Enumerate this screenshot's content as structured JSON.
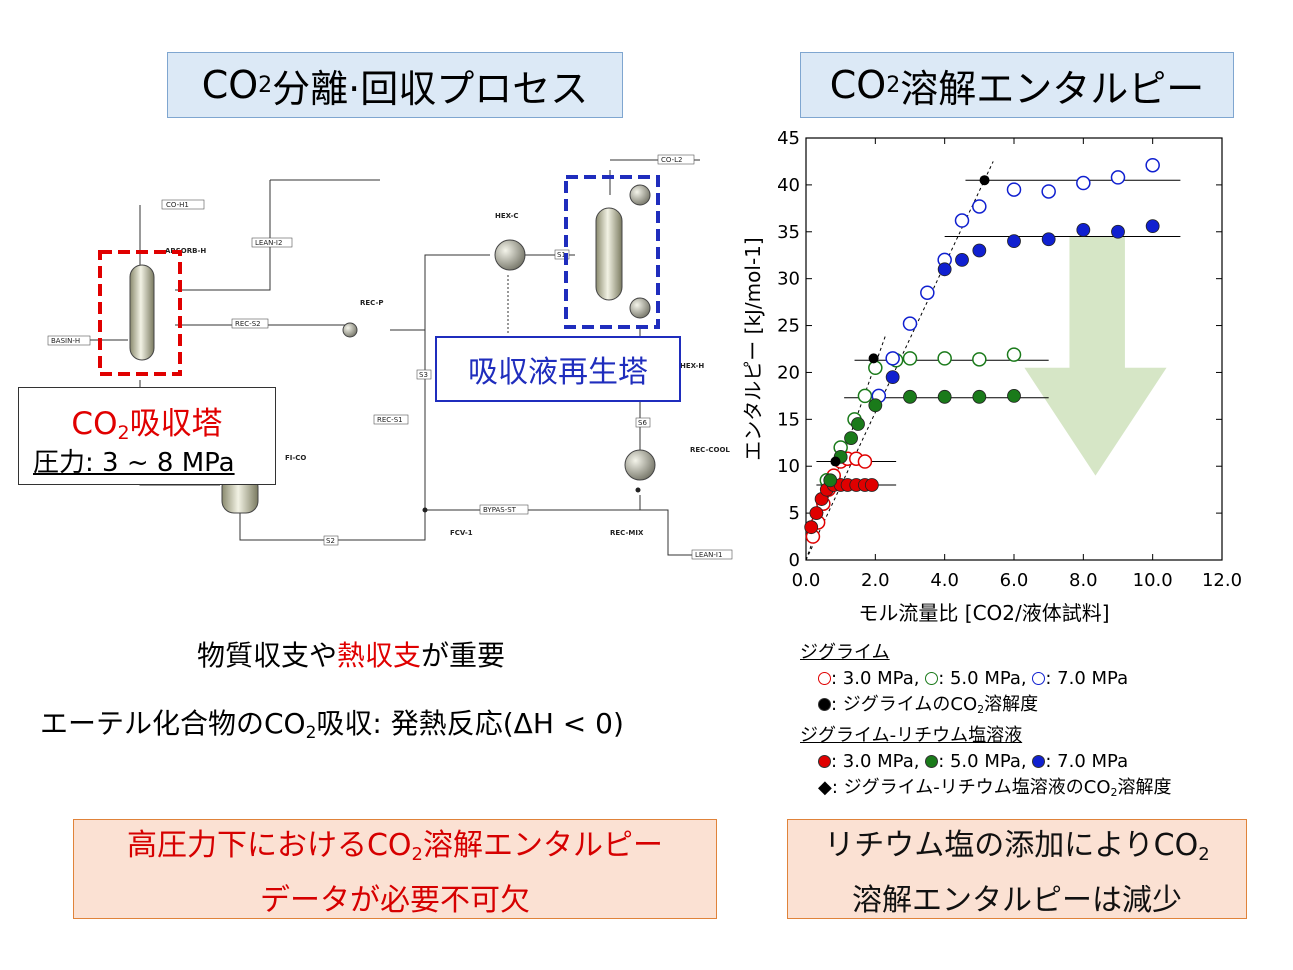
{
  "titles": {
    "left_main": "CO",
    "left_sub": "2",
    "left_rest": "分離·回収プロセス",
    "right_main": "CO",
    "right_sub": "2",
    "right_rest": "溶解エンタルピー"
  },
  "pfd": {
    "absorber_label_main": "CO",
    "absorber_label_sub": "2",
    "absorber_label_rest": "吸収塔",
    "absorber_pressure": "圧力: 3 ~ 8 MPa",
    "regenerator_label": "吸収液再生塔",
    "stream_labels": [
      "CO-H1",
      "LEAN-I2",
      "ABSORB-H",
      "REC-S2",
      "REC-P",
      "BASIN-H",
      "S3",
      "REC-S1",
      "FI-CO",
      "S2",
      "FCV-1",
      "BYPAS-ST",
      "REC-MIX",
      "LEAN-I1",
      "HEX-C",
      "S1",
      "CO-L2",
      "HEX-H",
      "S6",
      "REC-COOL"
    ],
    "colors": {
      "absorber_box": "#e00000",
      "regenerator_box": "#1f2dbd"
    }
  },
  "body_text": {
    "balance_a": "物質収支や",
    "balance_red": "熱収支",
    "balance_b": "が重要",
    "ether_a": "エーテル化合物のCO",
    "ether_sub": "2",
    "ether_b": "吸収: 発熱反応(ΔH < 0)"
  },
  "conclusions": {
    "left_line1_a": "高圧力下におけるCO",
    "left_line1_sub": "2",
    "left_line1_b": "溶解エンタルピー",
    "left_line2": "データが必要不可欠",
    "right_line1_a": "リチウム塩の添加によりCO",
    "right_line1_sub": "2",
    "right_line2": "溶解エンタルピーは減少"
  },
  "legend": {
    "header1": "ジグライム",
    "row1": [
      ": 3.0 MPa, ",
      ": 5.0 MPa, ",
      ": 7.0 MPa"
    ],
    "row2_a": ": ジグライムのCO",
    "row2_sub": "2",
    "row2_b": "溶解度",
    "header2": "ジグライム-リチウム塩溶液",
    "row3": [
      ": 3.0 MPa, ",
      ": 5.0 MPa, ",
      ": 7.0 MPa"
    ],
    "row4_a": "◆: ジグライム-リチウム塩溶液のCO",
    "row4_sub": "2",
    "row4_b": "溶解度"
  },
  "chart_data": {
    "type": "scatter",
    "xlabel": "モル流量比 [CO2/液体試料]",
    "ylabel": "エンタルピー [kJ/mol-1]",
    "xlim": [
      0,
      12
    ],
    "ylim": [
      0,
      45
    ],
    "xticks": [
      "0.0",
      "2.0",
      "4.0",
      "6.0",
      "8.0",
      "10.0",
      "12.0"
    ],
    "yticks": [
      "0",
      "5",
      "10",
      "15",
      "20",
      "25",
      "30",
      "35",
      "40",
      "45"
    ],
    "series": [
      {
        "name": "ジグライム 3.0 MPa",
        "marker": "open",
        "color": "#e00000",
        "points": [
          [
            0.2,
            2.5
          ],
          [
            0.35,
            4.0
          ],
          [
            0.5,
            6.0
          ],
          [
            0.65,
            7.5
          ],
          [
            0.8,
            9.0
          ],
          [
            1.0,
            10.5
          ],
          [
            1.2,
            10.8
          ],
          [
            1.45,
            10.8
          ],
          [
            1.7,
            10.5
          ]
        ]
      },
      {
        "name": "ジグライム 5.0 MPa",
        "marker": "open",
        "color": "#1a7a1a",
        "points": [
          [
            0.6,
            8.5
          ],
          [
            1.0,
            12.0
          ],
          [
            1.4,
            15.0
          ],
          [
            1.7,
            17.5
          ],
          [
            2.0,
            20.5
          ],
          [
            2.6,
            21.3
          ],
          [
            3.0,
            21.5
          ],
          [
            4.0,
            21.5
          ],
          [
            5.0,
            21.4
          ],
          [
            6.0,
            21.9
          ]
        ]
      },
      {
        "name": "ジグライム 7.0 MPa",
        "marker": "open",
        "color": "#1020d0",
        "points": [
          [
            2.1,
            17.5
          ],
          [
            2.5,
            21.5
          ],
          [
            3.0,
            25.2
          ],
          [
            3.5,
            28.5
          ],
          [
            4.0,
            32.0
          ],
          [
            4.5,
            36.2
          ],
          [
            5.0,
            37.7
          ],
          [
            6.0,
            39.5
          ],
          [
            7.0,
            39.3
          ],
          [
            8.0,
            40.2
          ],
          [
            9.0,
            40.8
          ],
          [
            10.0,
            42.1
          ]
        ]
      },
      {
        "name": "ジグライム-リチウム塩溶液 3.0 MPa",
        "marker": "filled",
        "color": "#e00000",
        "points": [
          [
            0.15,
            3.5
          ],
          [
            0.3,
            5.0
          ],
          [
            0.45,
            6.5
          ],
          [
            0.6,
            7.5
          ],
          [
            0.8,
            8.0
          ],
          [
            1.0,
            8.0
          ],
          [
            1.2,
            8.0
          ],
          [
            1.45,
            8.0
          ],
          [
            1.7,
            8.0
          ],
          [
            1.9,
            8.0
          ]
        ]
      },
      {
        "name": "ジグライム-リチウム塩溶液 5.0 MPa",
        "marker": "filled",
        "color": "#1a7a1a",
        "points": [
          [
            0.7,
            8.5
          ],
          [
            1.0,
            11.0
          ],
          [
            1.3,
            13.0
          ],
          [
            1.5,
            14.5
          ],
          [
            2.0,
            16.5
          ],
          [
            3.0,
            17.4
          ],
          [
            4.0,
            17.4
          ],
          [
            5.0,
            17.4
          ],
          [
            6.0,
            17.5
          ]
        ]
      },
      {
        "name": "ジグライム-リチウム塩溶液 7.0 MPa",
        "marker": "filled",
        "color": "#1020d0",
        "points": [
          [
            2.5,
            19.5
          ],
          [
            4.0,
            31.0
          ],
          [
            4.5,
            32.0
          ],
          [
            5.0,
            33.0
          ],
          [
            6.0,
            34.0
          ],
          [
            7.0,
            34.2
          ],
          [
            8.0,
            35.2
          ],
          [
            9.0,
            35.0
          ],
          [
            10.0,
            35.6
          ]
        ]
      },
      {
        "name": "CO2溶解度",
        "marker": "black",
        "color": "#000000",
        "points": [
          [
            0.85,
            10.5
          ],
          [
            1.95,
            21.5
          ],
          [
            5.15,
            40.5
          ]
        ]
      }
    ],
    "solubility_lines": [
      {
        "y": 10.5,
        "x": [
          0.3,
          2.6
        ]
      },
      {
        "y": 8.0,
        "x": [
          0.3,
          2.6
        ]
      },
      {
        "y": 21.3,
        "x": [
          1.4,
          7.0
        ]
      },
      {
        "y": 17.3,
        "x": [
          1.1,
          7.0
        ]
      },
      {
        "y": 40.5,
        "x": [
          4.6,
          10.8
        ]
      },
      {
        "y": 34.5,
        "x": [
          4.0,
          10.8
        ]
      }
    ],
    "arrow_color": "#d6e6c6"
  }
}
